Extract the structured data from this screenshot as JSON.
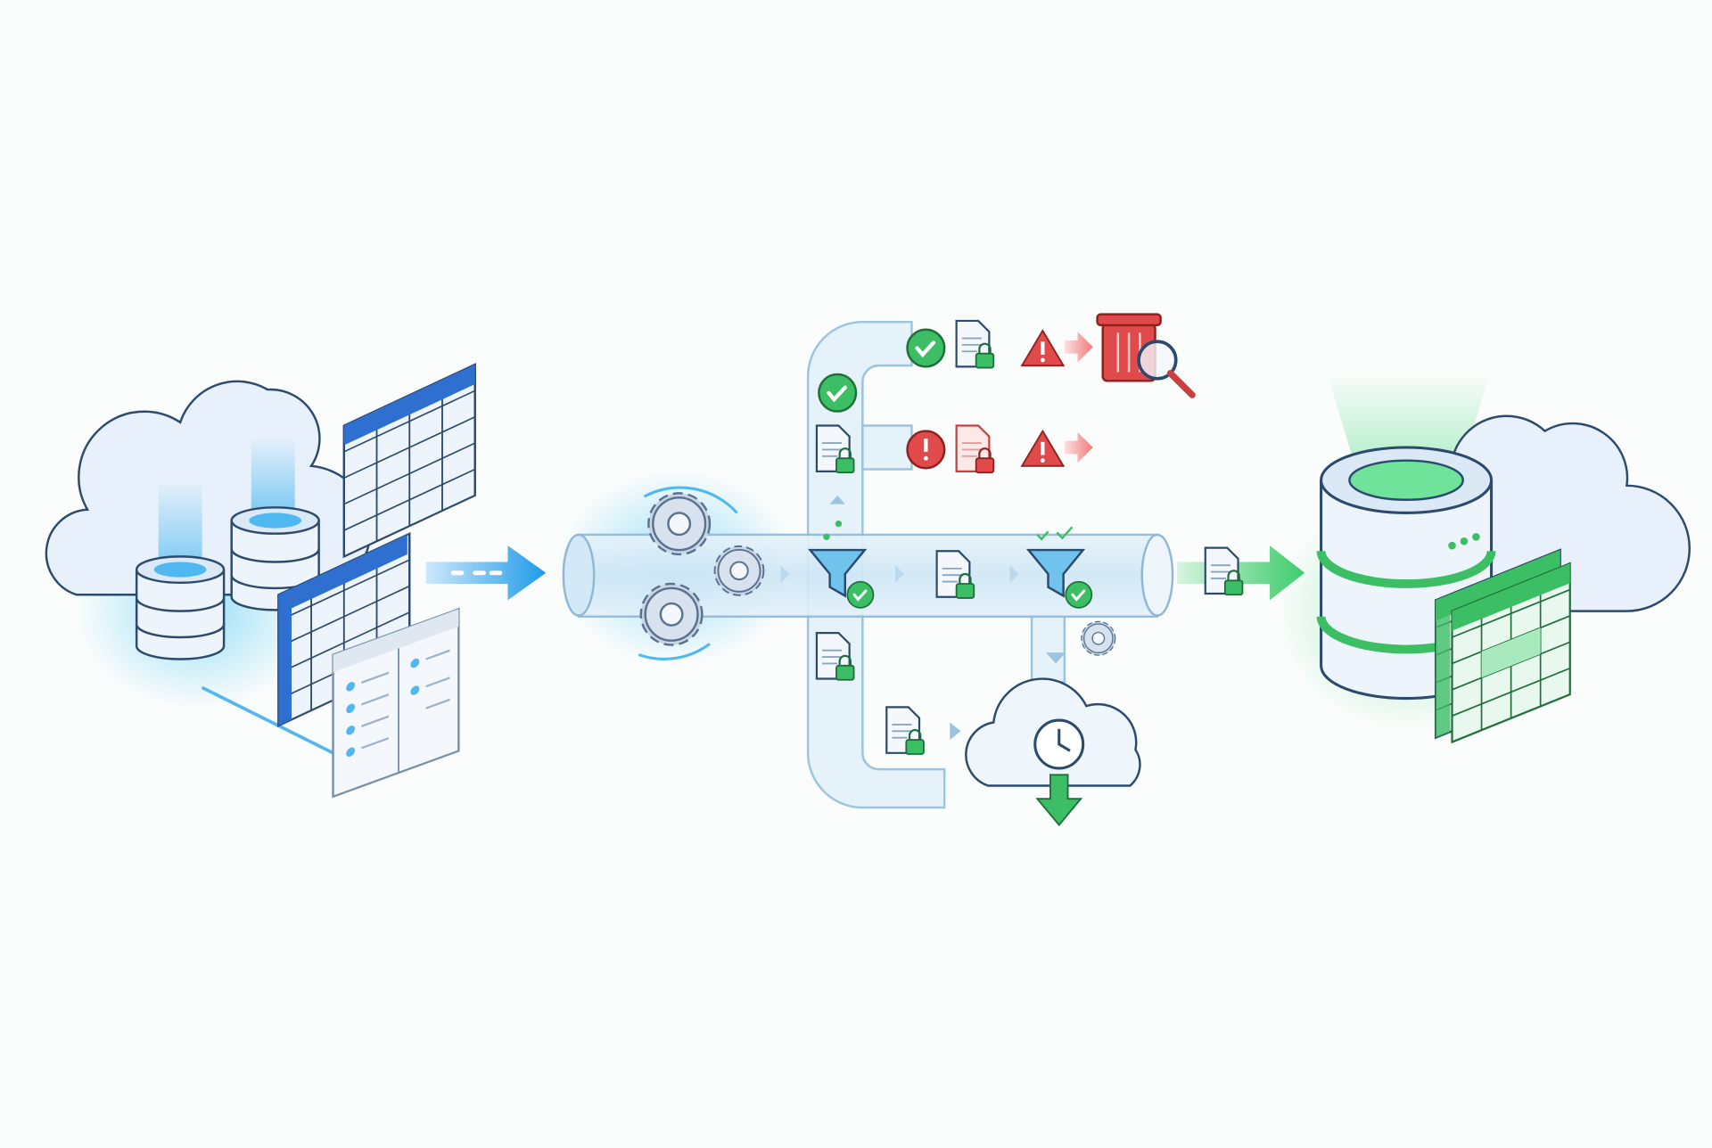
{
  "diagram": {
    "stages": [
      {
        "id": "sources",
        "icons": [
          "cloud-icon",
          "database-icon",
          "database-icon",
          "spreadsheet-icon",
          "spreadsheet-icon",
          "list-panel-icon"
        ]
      },
      {
        "id": "pipeline",
        "icons": [
          "gear-icon",
          "funnel-icon",
          "document-lock-icon",
          "check-circle-icon",
          "error-circle-icon",
          "warning-icon",
          "trash-icon",
          "magnifier-icon",
          "cloud-clock-icon",
          "download-arrow-icon"
        ]
      },
      {
        "id": "destination",
        "icons": [
          "database-icon",
          "cloud-icon",
          "spreadsheet-icon"
        ]
      }
    ]
  },
  "colors": {
    "background": "#fbfcfc",
    "outline": "#2c4a6e",
    "source_blue": "#2f6fd0",
    "pipe_blue": "#cfe6f5",
    "success_green": "#2fb45a",
    "error_red": "#e04a4a",
    "dest_green": "#4fd07a"
  }
}
